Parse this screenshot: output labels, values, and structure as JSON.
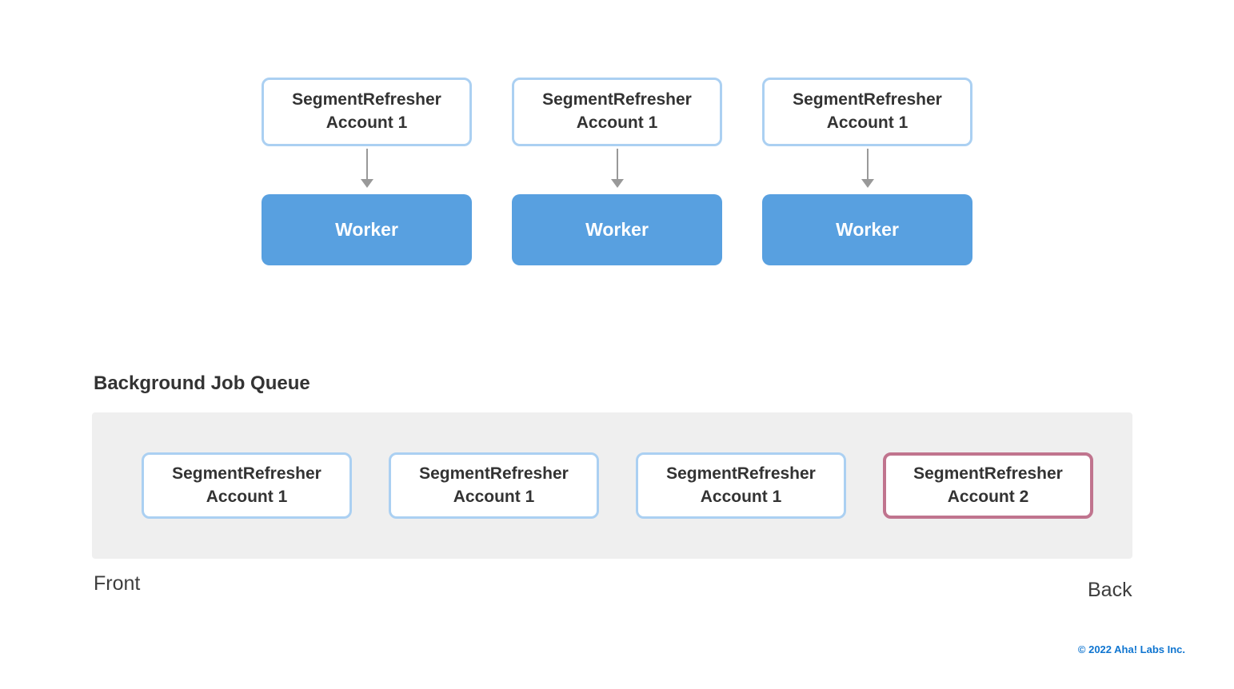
{
  "colors": {
    "worker_blue": "#58a0e0",
    "border_light_blue": "#abd0f2",
    "border_rose": "#c0748e",
    "queue_gray": "#efefef",
    "text_dark": "#333333",
    "text_label": "#3d3d3d",
    "arrow_gray": "#999999",
    "copyright_blue": "#0f75d0"
  },
  "workers": [
    {
      "job_line1": "SegmentRefresher",
      "job_line2": "Account 1",
      "worker_label": "Worker"
    },
    {
      "job_line1": "SegmentRefresher",
      "job_line2": "Account 1",
      "worker_label": "Worker"
    },
    {
      "job_line1": "SegmentRefresher",
      "job_line2": "Account 1",
      "worker_label": "Worker"
    }
  ],
  "queue": {
    "title": "Background Job Queue",
    "items": [
      {
        "line1": "SegmentRefresher",
        "line2": "Account 1",
        "variant": "blue"
      },
      {
        "line1": "SegmentRefresher",
        "line2": "Account 1",
        "variant": "blue"
      },
      {
        "line1": "SegmentRefresher",
        "line2": "Account 1",
        "variant": "blue"
      },
      {
        "line1": "SegmentRefresher",
        "line2": "Account 2",
        "variant": "red"
      }
    ],
    "front_label": "Front",
    "back_label": "Back"
  },
  "footer": {
    "copyright": "© 2022 Aha! Labs Inc."
  }
}
